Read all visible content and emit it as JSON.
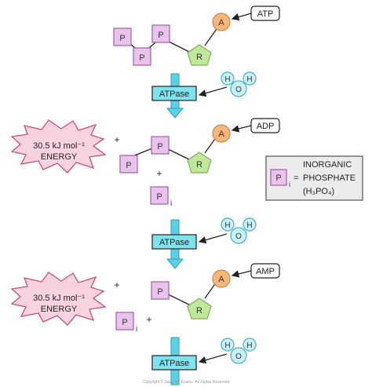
{
  "molecules": {
    "atp": {
      "label": "ATP",
      "adenine": "A",
      "ribose": "R",
      "phosphates": [
        "P",
        "P",
        "P"
      ]
    },
    "adp": {
      "label": "ADP",
      "adenine": "A",
      "ribose": "R",
      "phosphates": [
        "P",
        "P"
      ]
    },
    "amp": {
      "label": "AMP",
      "adenine": "A",
      "ribose": "R",
      "phosphates": [
        "P"
      ]
    }
  },
  "enzyme": {
    "label": "ATPase"
  },
  "water": {
    "h": "H",
    "o": "O"
  },
  "energy": {
    "line1": "30.5 kJ mol⁻¹",
    "line2": "ENERGY"
  },
  "plus": "+",
  "released_phosphate": {
    "letter": "P",
    "subscript": "i"
  },
  "legend": {
    "symbol": "P",
    "subscript": "i",
    "equals": "=",
    "line1": "INORGANIC",
    "line2": "PHOSPHATE",
    "formula": "(H₃PO₄)"
  },
  "footer": "Copyright © Save My Exams. All Rights Reserved",
  "colors": {
    "phosphate_fill": "#e9c3ec",
    "phosphate_stroke": "#a25ea8",
    "adenine_fill": "#f7b57a",
    "adenine_stroke": "#c98a4c",
    "ribose_fill": "#bfe89a",
    "ribose_stroke": "#7fae55",
    "atpase_fill": "#7fe3ef",
    "arrow_fill": "#5ad0e6",
    "water_fill": "#c8f1f7",
    "water_stroke": "#4aaec3",
    "energy_fill": "#f8d2dc",
    "energy_stroke": "#cc4e73",
    "legend_fill": "#ebebeb"
  }
}
